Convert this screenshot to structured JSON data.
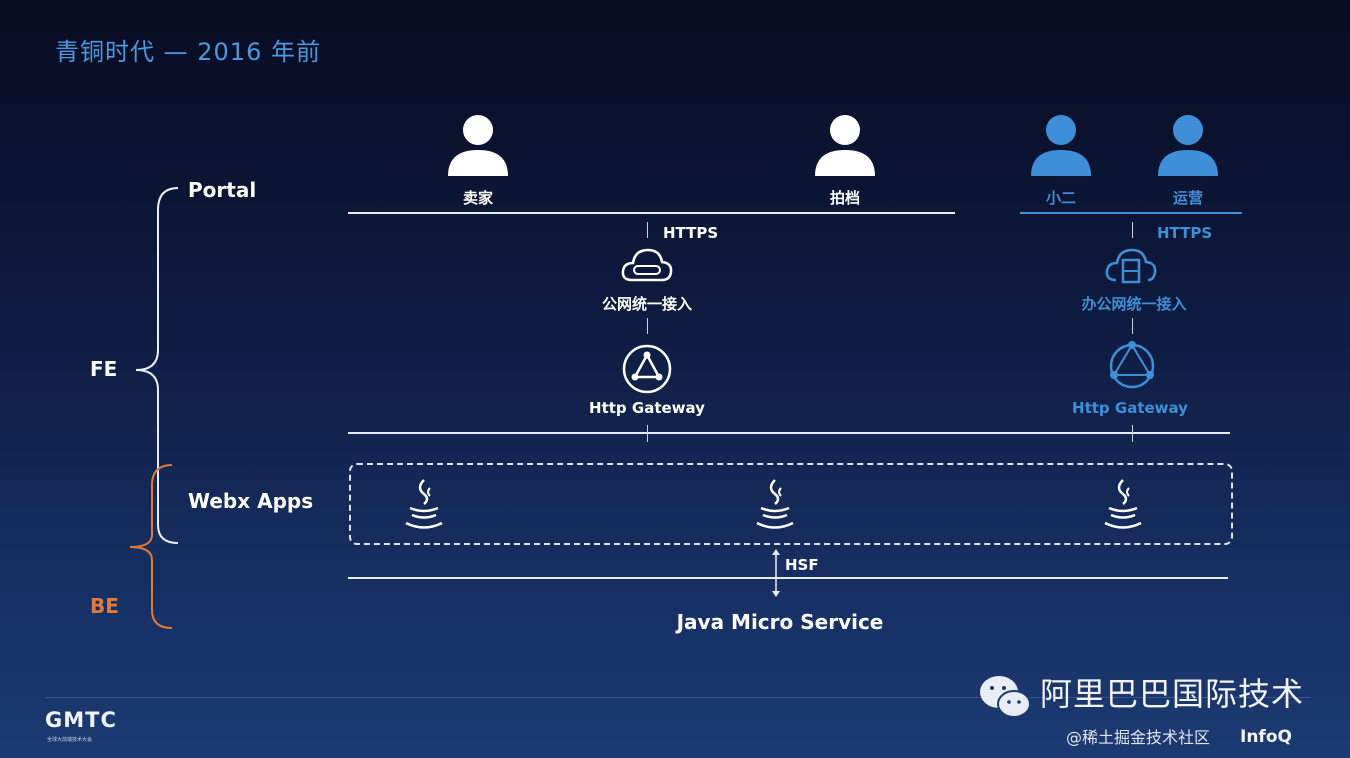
{
  "title": "青铜时代 — 2016 年前",
  "side_labels": {
    "portal": "Portal",
    "fe": "FE",
    "webx": "Webx Apps",
    "be": "BE"
  },
  "users": [
    {
      "label": "卖家",
      "color": "#ffffff"
    },
    {
      "label": "拍档",
      "color": "#ffffff"
    },
    {
      "label": "小二",
      "color": "#3f8fd8"
    },
    {
      "label": "运营",
      "color": "#3f8fd8"
    }
  ],
  "left_flow": {
    "protocol": "HTTPS",
    "access": "公网统一接入",
    "gateway": "Http Gateway"
  },
  "right_flow": {
    "protocol": "HTTPS",
    "access": "办公网统一接入",
    "gateway": "Http Gateway"
  },
  "hsf": "HSF",
  "backend": "Java Micro Service",
  "colors": {
    "accent": "#3f8fd8",
    "be": "#e07a3c",
    "title": "#4a9ae0"
  },
  "footer": {
    "logo": "GMTC",
    "logo_sub": "全球大前端技术大会",
    "wechat": "阿里巴巴国际技术",
    "watermark": "@稀土掘金技术社区",
    "infoq": "InfoQ"
  }
}
